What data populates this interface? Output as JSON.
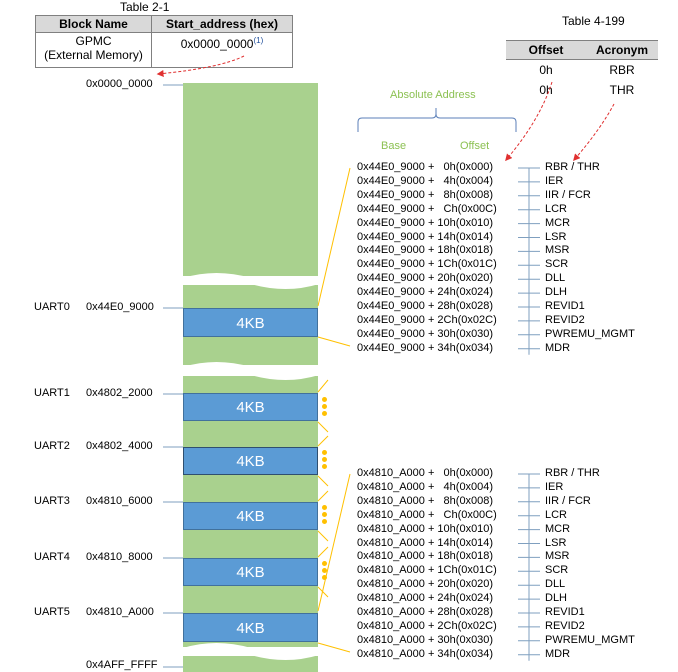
{
  "table_2_1": {
    "caption": "Table 2-1",
    "headers": [
      "Block Name",
      "Start_address (hex)"
    ],
    "row": {
      "block_line1": "GPMC",
      "block_line2": "(External Memory)",
      "address": "0x0000_0000",
      "footnote": "(1)"
    }
  },
  "table_4_199": {
    "caption": "Table 4-199",
    "headers": [
      "Offset",
      "Acronym"
    ],
    "rows": [
      {
        "offset": "0h",
        "acronym": "RBR"
      },
      {
        "offset": "0h",
        "acronym": "THR"
      }
    ]
  },
  "memory_map": {
    "start_address": "0x0000_0000",
    "end_address": "0x4AFF_FFFF",
    "block_size_label": "4KB",
    "uarts": [
      {
        "name": "UART0",
        "address": "0x44E0_9000"
      },
      {
        "name": "UART1",
        "address": "0x4802_2000"
      },
      {
        "name": "UART2",
        "address": "0x4802_4000"
      },
      {
        "name": "UART3",
        "address": "0x4810_6000"
      },
      {
        "name": "UART4",
        "address": "0x4810_8000"
      },
      {
        "name": "UART5",
        "address": "0x4810_A000"
      }
    ]
  },
  "absolute_address": {
    "title": "Absolute Address",
    "base_label": "Base",
    "offset_label": "Offset"
  },
  "register_maps": [
    {
      "base": "0x44E0_9000",
      "rows": [
        {
          "expr": "0x44E0_9000 +   0h(0x000)",
          "acronym": "RBR / THR"
        },
        {
          "expr": "0x44E0_9000 +   4h(0x004)",
          "acronym": "IER"
        },
        {
          "expr": "0x44E0_9000 +   8h(0x008)",
          "acronym": "IIR / FCR"
        },
        {
          "expr": "0x44E0_9000 +   Ch(0x00C)",
          "acronym": "LCR"
        },
        {
          "expr": "0x44E0_9000 + 10h(0x010)",
          "acronym": "MCR"
        },
        {
          "expr": "0x44E0_9000 + 14h(0x014)",
          "acronym": "LSR"
        },
        {
          "expr": "0x44E0_9000 + 18h(0x018)",
          "acronym": "MSR"
        },
        {
          "expr": "0x44E0_9000 + 1Ch(0x01C)",
          "acronym": "SCR"
        },
        {
          "expr": "0x44E0_9000 + 20h(0x020)",
          "acronym": "DLL"
        },
        {
          "expr": "0x44E0_9000 + 24h(0x024)",
          "acronym": "DLH"
        },
        {
          "expr": "0x44E0_9000 + 28h(0x028)",
          "acronym": "REVID1"
        },
        {
          "expr": "0x44E0_9000 + 2Ch(0x02C)",
          "acronym": "REVID2"
        },
        {
          "expr": "0x44E0_9000 + 30h(0x030)",
          "acronym": "PWREMU_MGMT"
        },
        {
          "expr": "0x44E0_9000 + 34h(0x034)",
          "acronym": "MDR"
        }
      ]
    },
    {
      "base": "0x4810_A000",
      "rows": [
        {
          "expr": "0x4810_A000 +   0h(0x000)",
          "acronym": "RBR / THR"
        },
        {
          "expr": "0x4810_A000 +   4h(0x004)",
          "acronym": "IER"
        },
        {
          "expr": "0x4810_A000 +   8h(0x008)",
          "acronym": "IIR / FCR"
        },
        {
          "expr": "0x4810_A000 +   Ch(0x00C)",
          "acronym": "LCR"
        },
        {
          "expr": "0x4810_A000 + 10h(0x010)",
          "acronym": "MCR"
        },
        {
          "expr": "0x4810_A000 + 14h(0x014)",
          "acronym": "LSR"
        },
        {
          "expr": "0x4810_A000 + 18h(0x018)",
          "acronym": "MSR"
        },
        {
          "expr": "0x4810_A000 + 1Ch(0x01C)",
          "acronym": "SCR"
        },
        {
          "expr": "0x4810_A000 + 20h(0x020)",
          "acronym": "DLL"
        },
        {
          "expr": "0x4810_A000 + 24h(0x024)",
          "acronym": "DLH"
        },
        {
          "expr": "0x4810_A000 + 28h(0x028)",
          "acronym": "REVID1"
        },
        {
          "expr": "0x4810_A000 + 2Ch(0x02C)",
          "acronym": "REVID2"
        },
        {
          "expr": "0x4810_A000 + 30h(0x030)",
          "acronym": "PWREMU_MGMT"
        },
        {
          "expr": "0x4810_A000 + 34h(0x034)",
          "acronym": "MDR"
        }
      ]
    }
  ],
  "colors": {
    "memory_green": "#a9d18e",
    "block_blue": "#5b9bd5",
    "leader_orange": "#ffc000",
    "arrow_red": "#e03030",
    "label_green": "#8cc152"
  }
}
